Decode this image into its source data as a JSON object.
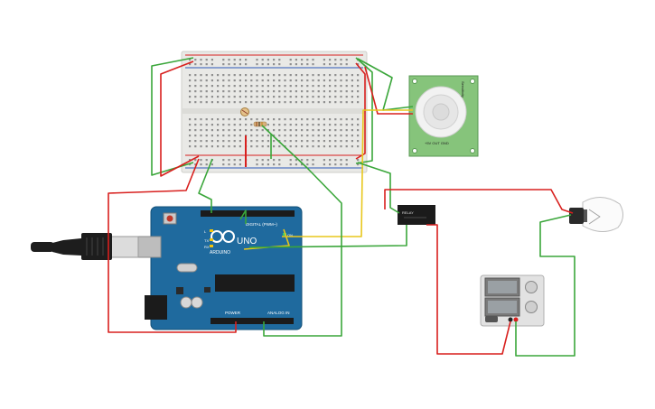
{
  "arduino": {
    "logo_text": "ARDUINO",
    "model_text": "UNO",
    "digital_label": "DIGITAL (PWM~)",
    "power_label": "POWER",
    "analog_label": "ANALOG IN",
    "tx_label": "TX",
    "rx_label": "RX",
    "l_label": "L",
    "on_label": "ON"
  },
  "relay": {
    "label": "RELAY"
  },
  "pir": {
    "top_label": "Sensitivity",
    "bottom_label": "+5V OUT GND"
  },
  "wire_colors": {
    "red": "#d8201e",
    "green": "#3aa63a",
    "yellow": "#e8c71c",
    "black": "#222222"
  },
  "icons": [
    "usb-plug-icon",
    "lamp-bulb-icon",
    "pir-dome-icon",
    "photoresistor-icon",
    "resistor-icon"
  ]
}
